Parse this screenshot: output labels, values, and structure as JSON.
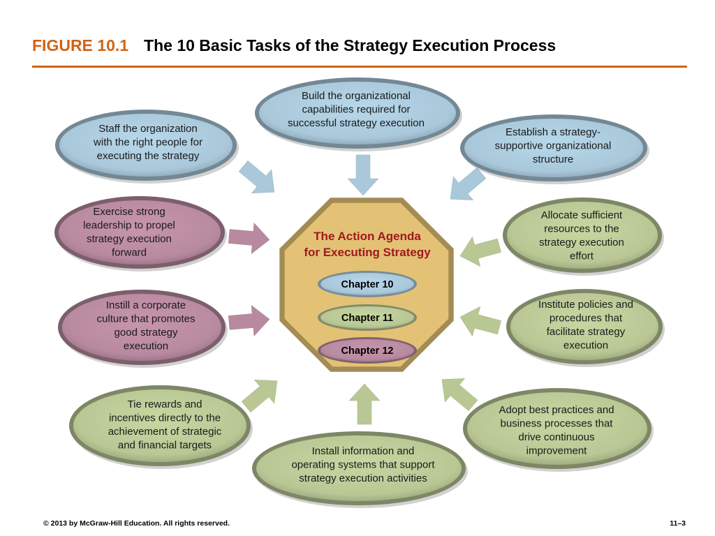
{
  "header": {
    "figure_label": "FIGURE 10.1",
    "title": "The 10 Basic Tasks of the Strategy Execution Process"
  },
  "center": {
    "title_lines": [
      "The Action Agenda",
      "for Executing Strategy"
    ],
    "chapters": [
      "Chapter 10",
      "Chapter 11",
      "Chapter 12"
    ]
  },
  "tasks": [
    {
      "id": "build-capabilities",
      "group": "chapter-10",
      "lines": [
        "Build the organizational",
        "capabilities required for",
        "successful strategy execution"
      ]
    },
    {
      "id": "staff-organization",
      "group": "chapter-10",
      "lines": [
        "Staff the organization",
        "with the right people for",
        "executing the strategy"
      ]
    },
    {
      "id": "establish-structure",
      "group": "chapter-10",
      "lines": [
        "Establish a strategy-",
        "supportive organizational",
        "structure"
      ]
    },
    {
      "id": "allocate-resources",
      "group": "chapter-11",
      "lines": [
        "Allocate sufficient",
        "resources to the",
        "strategy execution",
        "effort"
      ]
    },
    {
      "id": "institute-policies",
      "group": "chapter-11",
      "lines": [
        "Institute policies and",
        "procedures that",
        "facilitate strategy",
        "execution"
      ]
    },
    {
      "id": "adopt-best-practices",
      "group": "chapter-11",
      "lines": [
        "Adopt best practices and",
        "business processes that",
        "drive continuous",
        "improvement"
      ]
    },
    {
      "id": "install-systems",
      "group": "chapter-11",
      "lines": [
        "Install information and",
        "operating systems that support",
        "strategy execution activities"
      ]
    },
    {
      "id": "tie-rewards",
      "group": "chapter-11",
      "lines": [
        "Tie rewards and",
        "incentives directly to the",
        "achievement of strategic",
        "and financial targets"
      ]
    },
    {
      "id": "exercise-leadership",
      "group": "chapter-12",
      "lines": [
        "Exercise strong",
        "leadership to propel",
        "strategy execution",
        "forward"
      ]
    },
    {
      "id": "instill-culture",
      "group": "chapter-12",
      "lines": [
        "Instill a corporate",
        "culture that promotes",
        "good strategy",
        "execution"
      ]
    }
  ],
  "colors": {
    "chapter-10": "#a9c8da",
    "chapter-11": "#b9c795",
    "chapter-12": "#b88aa0",
    "octagon": "#e3c275",
    "accent": "#D06414",
    "center_title": "#a01820"
  },
  "footer": {
    "copyright": "© 2013 by McGraw-Hill Education. All rights reserved.",
    "page": "11–3"
  }
}
